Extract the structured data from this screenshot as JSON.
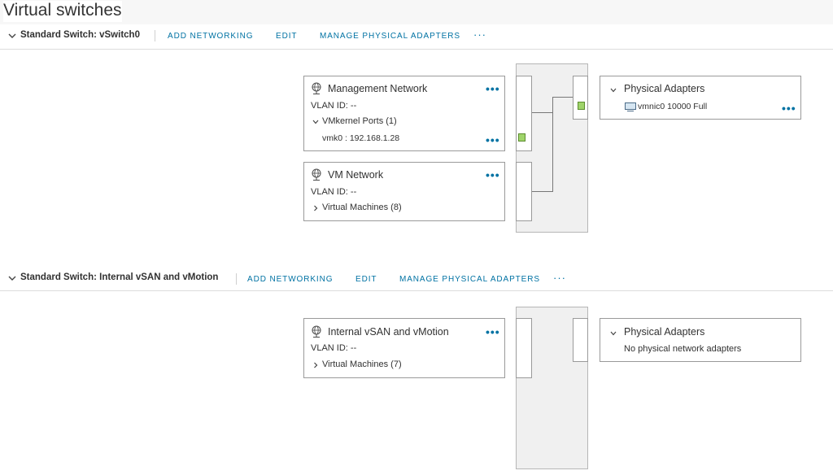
{
  "page": {
    "title": "Virtual switches"
  },
  "switches": [
    {
      "title": "Standard Switch: vSwitch0",
      "actions": {
        "add": "ADD NETWORKING",
        "edit": "EDIT",
        "manage": "MANAGE PHYSICAL ADAPTERS",
        "more": "···"
      },
      "portgroups": [
        {
          "name": "Management Network",
          "more": "•••",
          "vlan": "VLAN ID: --",
          "sub_label": "VMkernel Ports (1)",
          "sub_item": "vmk0 : 192.168.1.28",
          "sub_more": "•••"
        },
        {
          "name": "VM Network",
          "more": "•••",
          "vlan": "VLAN ID: --",
          "sub_label": "Virtual Machines (8)"
        }
      ],
      "physical": {
        "title": "Physical Adapters",
        "adapter": "vmnic0 10000 Full",
        "more": "•••"
      }
    },
    {
      "title": "Standard Switch: Internal vSAN and vMotion",
      "actions": {
        "add": "ADD NETWORKING",
        "edit": "EDIT",
        "manage": "MANAGE PHYSICAL ADAPTERS",
        "more": "···"
      },
      "portgroups": [
        {
          "name": "Internal vSAN and vMotion",
          "more": "•••",
          "vlan": "VLAN ID: --",
          "sub_label": "Virtual Machines (7)"
        }
      ],
      "physical": {
        "title": "Physical Adapters",
        "empty": "No physical network adapters"
      }
    }
  ],
  "icons": {
    "network": "network-globe-icon",
    "chevron_down": "chevron-down-icon",
    "chevron_right": "chevron-right-icon",
    "nic": "nic-card-icon"
  },
  "colors": {
    "link": "#0072a3",
    "active_port": "#9fd46a",
    "switch_fill": "#f0f0f0"
  }
}
